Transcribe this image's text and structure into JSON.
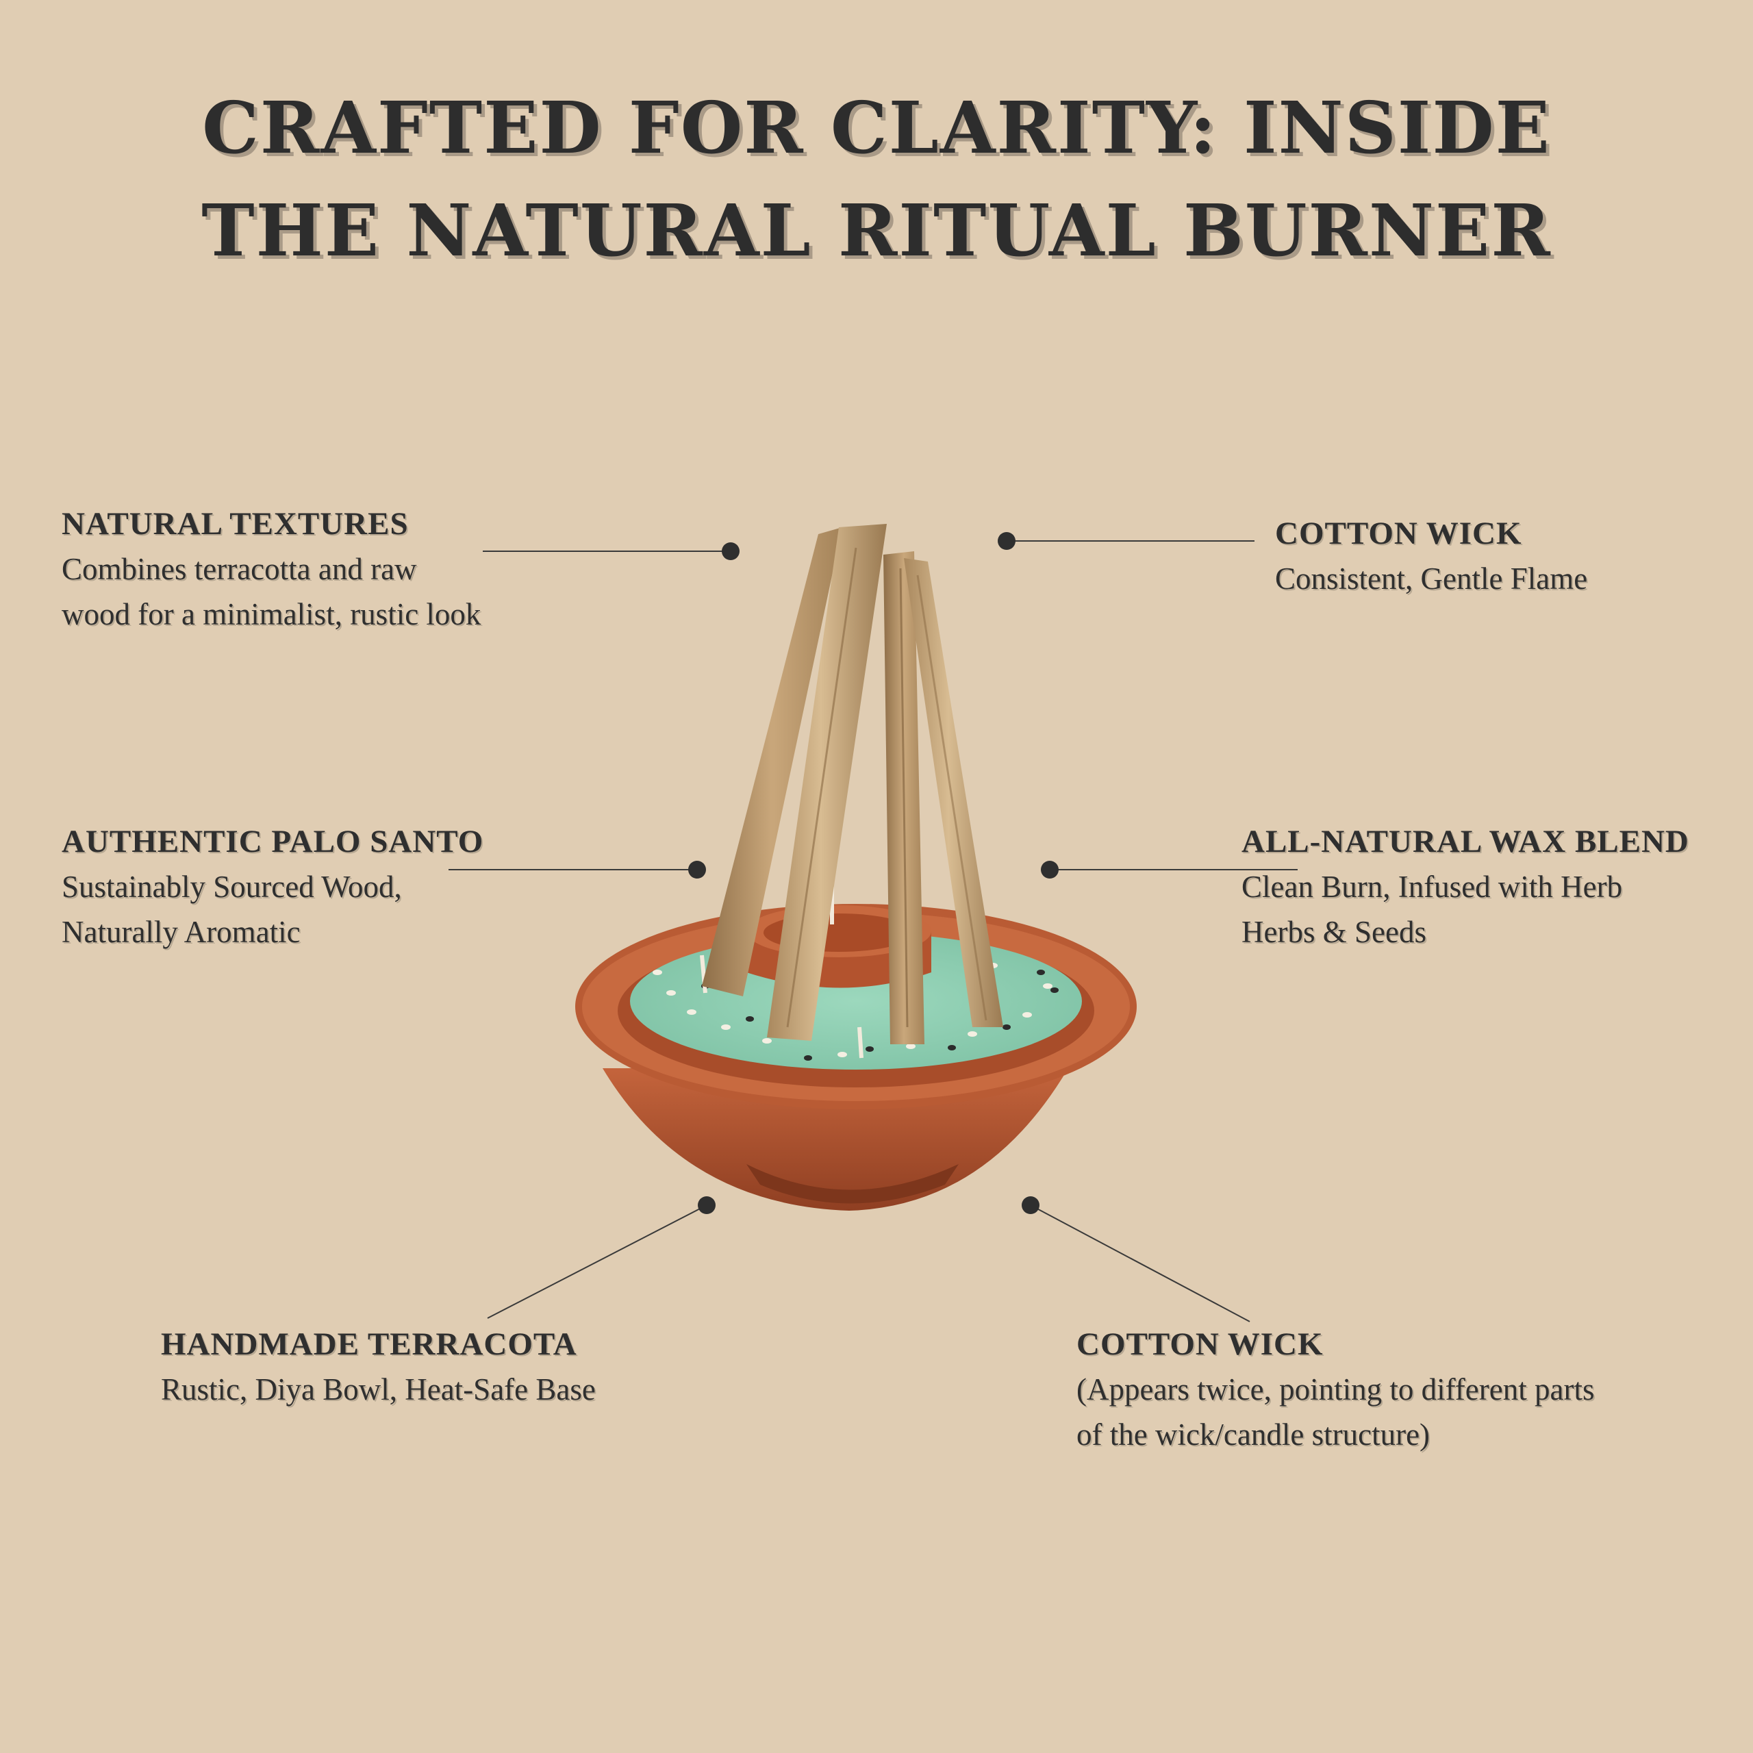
{
  "page": {
    "title_line1": "CRAFTED FOR CLARITY: INSIDE",
    "title_line2": "THE NATURAL RITUAL BURNER"
  },
  "callouts": {
    "natural_textures": {
      "heading": "NATURAL TEXTURES",
      "line1": "Combines terracotta and raw",
      "line2": "wood for a minimalist, rustic look"
    },
    "cotton_wick_top": {
      "heading": "COTTON WICK",
      "line1": "Consistent, Gentle Flame"
    },
    "palo_santo": {
      "heading": "AUTHENTIC PALO SANTO",
      "line1": "Sustainably Sourced Wood,",
      "line2": "Naturally Aromatic"
    },
    "wax_blend": {
      "heading": "ALL-NATURAL WAX BLEND",
      "line1": "Clean Burn, Infused with Herb",
      "line2": "Herbs & Seeds"
    },
    "terracotta": {
      "heading": "HANDMADE TERRACOTA",
      "line1": "Rustic, Diya Bowl, Heat-Safe Base"
    },
    "cotton_wick_bottom": {
      "heading": "COTTON WICK",
      "line1": "(Appears twice, pointing to different parts",
      "line2": "of the wick/candle structure)"
    }
  },
  "colors": {
    "background": "#e0cdb3",
    "text": "#2f2f2f",
    "terracotta": "#b85a36",
    "wax": "#8fd0b3",
    "wood": "#c7a67a"
  }
}
